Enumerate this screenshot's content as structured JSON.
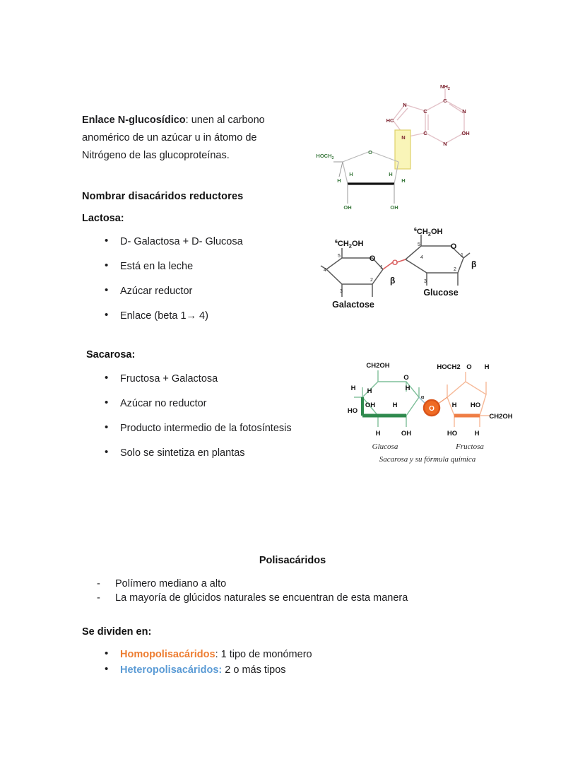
{
  "document": {
    "sections": {
      "n_glycosidic": {
        "term": "Enlace N-glucosídico",
        "definition": ": unen al carbono anomérico de un azúcar u in átomo de Nitrógeno de las glucoproteínas."
      },
      "reducing_disaccharides": {
        "heading": "Nombrar disacáridos reductores"
      },
      "lactose": {
        "label": "Lactosa:",
        "bullets": [
          "D- Galactosa + D- Glucosa",
          "Está en la leche",
          "Azúcar reductor",
          "Enlace (beta 1→ 4)"
        ]
      },
      "sucrose": {
        "label": "Sacarosa:",
        "bullets": [
          "Fructosa + Galactosa",
          "Azúcar no reductor",
          "Producto intermedio de la fotosíntesis",
          "Solo se sintetiza en plantas"
        ]
      },
      "polysaccharides": {
        "title": "Polisacáridos",
        "dashes": [
          "Polímero mediano a alto",
          "La mayoría de glúcidos naturales se encuentran de esta manera"
        ],
        "divided_heading": "Se dividen en:",
        "types": [
          {
            "name": "Homopolisacáridos",
            "colon": ":",
            "rest": " 1 tipo de monómero",
            "color": "#ED7D31"
          },
          {
            "name": "Heteropolisacáridos",
            "colon": ":",
            "rest": " 2 o más tipos",
            "color": "#5B9BD5"
          }
        ]
      }
    }
  },
  "figures": {
    "nucleoside": {
      "caption": "",
      "sugar_labels": [
        "HOCH",
        "O",
        "H",
        "H",
        "H",
        "H",
        "OH",
        "OH"
      ],
      "sugar_label_hoch": "HOCH",
      "sugar_label_hoch_sub": "2",
      "base_labels": [
        "NH",
        "C",
        "C",
        "N",
        "N",
        "N",
        "N",
        "C",
        "C",
        "HC",
        "OH"
      ],
      "base_label_nh2": "NH",
      "base_label_nh2_sub": "2",
      "highlight_atom": "N",
      "colors": {
        "sugar": "#3f7d3f",
        "base": "#7a1f2b",
        "base_bond": "#e8cdd2",
        "highlight_fill": "#f7f2ae",
        "highlight_stroke": "#d8c84a"
      }
    },
    "lactose": {
      "left_name": "Galactose",
      "right_name": "Glucose",
      "left_ch2oh": "CH",
      "left_ch2oh_sub": "2",
      "left_ch2oh_tail": "OH",
      "right_ch2oh": "CH",
      "right_ch2oh_sub": "2",
      "right_ch2oh_tail": "OH",
      "ring_o": "O",
      "bridge_o": "O",
      "beta_left": "β",
      "beta_right": "β",
      "left_numbers": [
        "6",
        "5",
        "4",
        "3",
        "2",
        "1"
      ],
      "right_numbers": [
        "6",
        "5",
        "4",
        "3",
        "2",
        "1"
      ],
      "colors": {
        "bond": "#5a5a5a",
        "bridge": "#d95c5c",
        "text": "#1a1a1a"
      }
    },
    "sucrose": {
      "left_name": "Glucosa",
      "right_name": "Fructosa",
      "caption": "Sacarosa y su fórmula química",
      "left_labels": [
        "CH2OH",
        "O",
        "H",
        "H",
        "H",
        "OH",
        "H",
        "HO",
        "H",
        "OH"
      ],
      "right_labels": [
        "HOCH2",
        "O",
        "H",
        "H",
        "HO",
        "CH2OH",
        "HO",
        "H"
      ],
      "bridge_o": "O",
      "alpha": "α",
      "colors": {
        "glucose": "#2f8a4e",
        "glucose_light": "#8fc5a4",
        "fructose": "#ef7e45",
        "fructose_light": "#f6b998",
        "bridge": "#ef6a23",
        "text": "#111111",
        "caption": "#3a3a3a"
      }
    }
  }
}
